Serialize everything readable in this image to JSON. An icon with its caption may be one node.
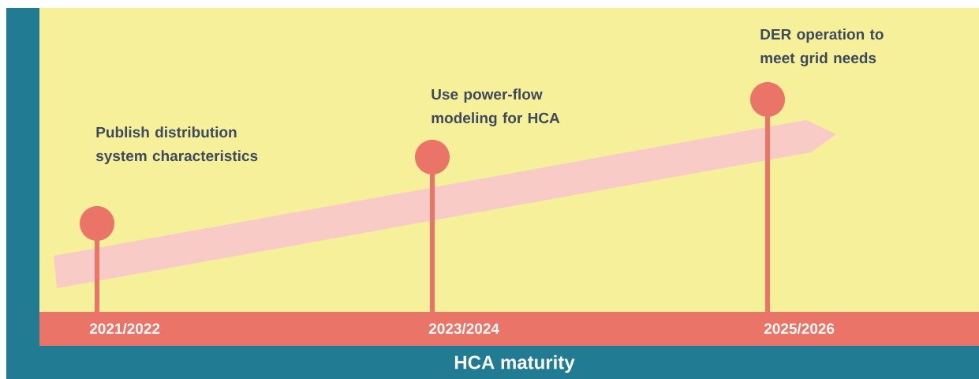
{
  "diagram": {
    "labels": [
      "DER operation to meet grid needs",
      "Use power-flow modeling for HCA",
      "Publish distribution system characteristics",
      "2021/2022",
      "2023/2024",
      "2025/2026",
      "HCA maturity"
    ]
  }
}
